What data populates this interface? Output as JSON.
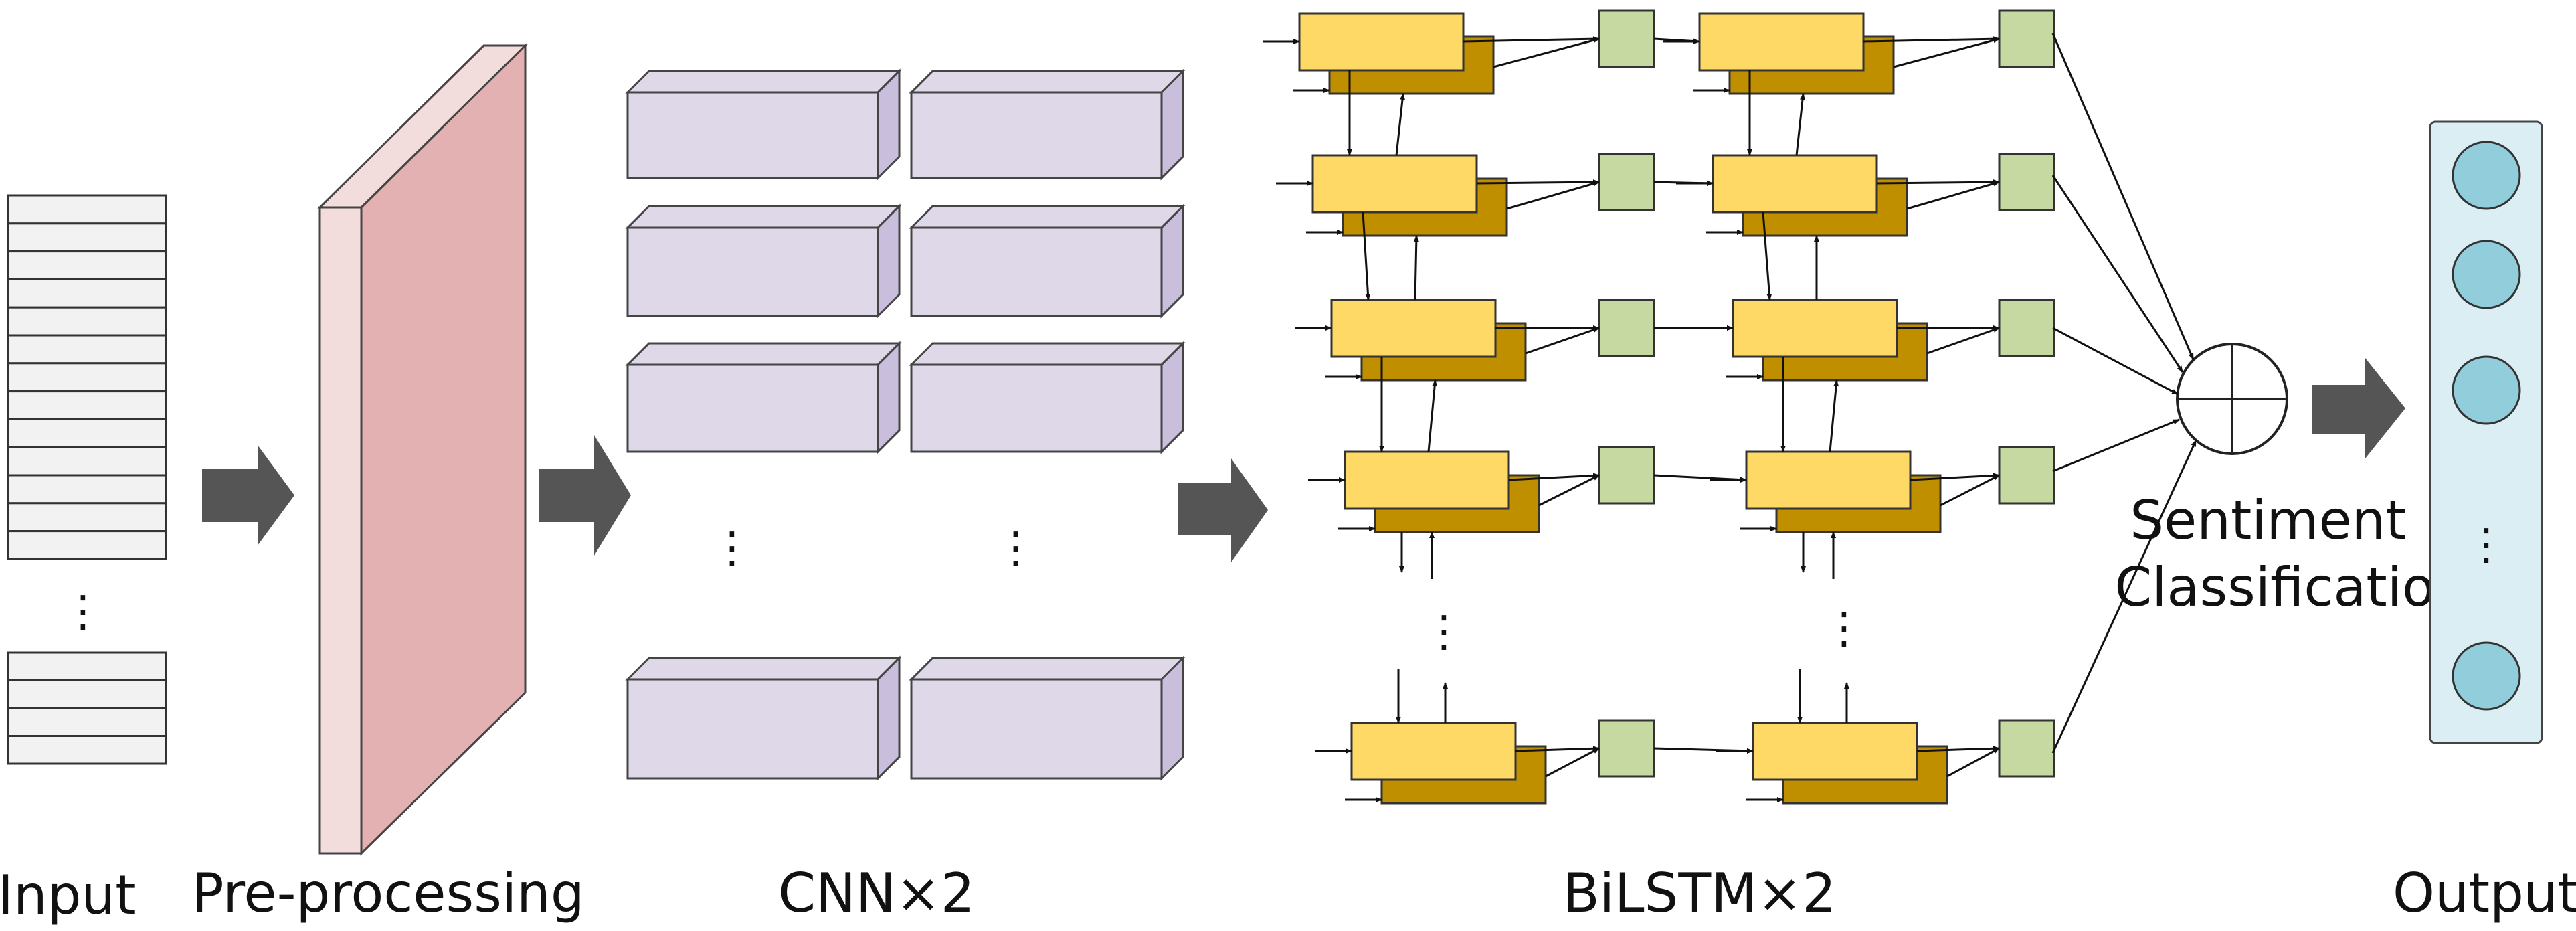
{
  "labels": {
    "input": "Input",
    "preprocessing": "Pre-processing",
    "cnn": "CNN×2",
    "bilstm": "BiLSTM×2",
    "output": "Output",
    "sentiment_line1": "Sentiment",
    "sentiment_line2": "Classification",
    "ellipsis": "⋮"
  },
  "colors": {
    "input_cell": "#f2f2f2",
    "preprocess_front": "#e3b1b1",
    "preprocess_side": "#f3dcdc",
    "cnn_block": "#dfd8e8",
    "cnn_block_side": "#c9bedb",
    "lstm_forward": "#ffd966",
    "lstm_backward": "#bf8f00",
    "hidden_state": "#c5d9a0",
    "output_panel": "#dbeef4",
    "output_node": "#92cddc",
    "arrow": "#555555"
  }
}
